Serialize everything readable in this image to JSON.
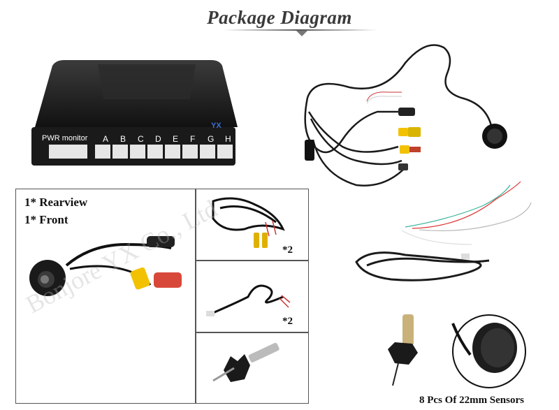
{
  "title": "Package Diagram",
  "controller": {
    "panel_text": "PWR monitor",
    "ports": [
      "A",
      "B",
      "C",
      "D",
      "E",
      "F",
      "G",
      "H"
    ],
    "logo": "YX"
  },
  "camera_box": {
    "line1": "1* Rearview",
    "line2": "1* Front"
  },
  "multiplier_rca": "*2",
  "multiplier_ext": "*2",
  "watermark": "Bonjore YX Co., Ltd",
  "sensor_caption": "8 Pcs Of 22mm Sensors"
}
